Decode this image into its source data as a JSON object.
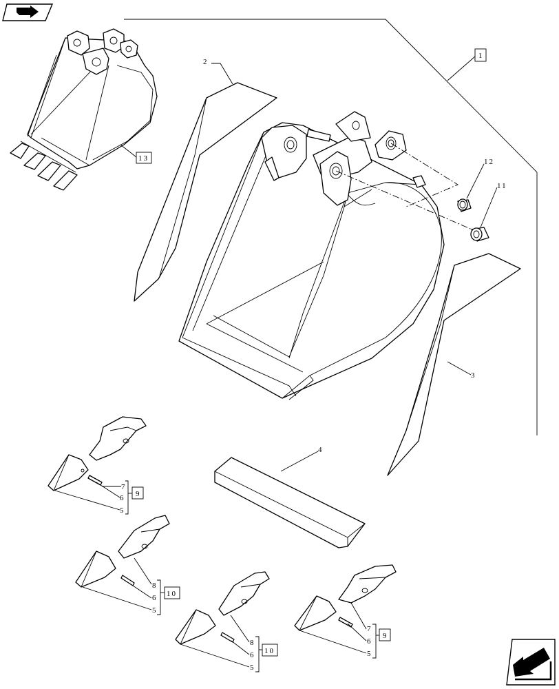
{
  "icons": {
    "top_left": "book-arrow-icon",
    "bottom_right": "previous-page-arrow-icon"
  },
  "callouts": {
    "c1": "1",
    "c2": "2",
    "c3": "3",
    "c4": "4",
    "c5a": "5",
    "c5b": "5",
    "c5c": "5",
    "c5d": "5",
    "c6a": "6",
    "c6b": "6",
    "c6c": "6",
    "c6d": "6",
    "c7a": "7",
    "c7b": "7",
    "c8a": "8",
    "c8b": "8",
    "c9a": "9",
    "c9b": "9",
    "c10a": "10",
    "c10b": "10",
    "c11": "11",
    "c12": "12",
    "c13": "13"
  }
}
